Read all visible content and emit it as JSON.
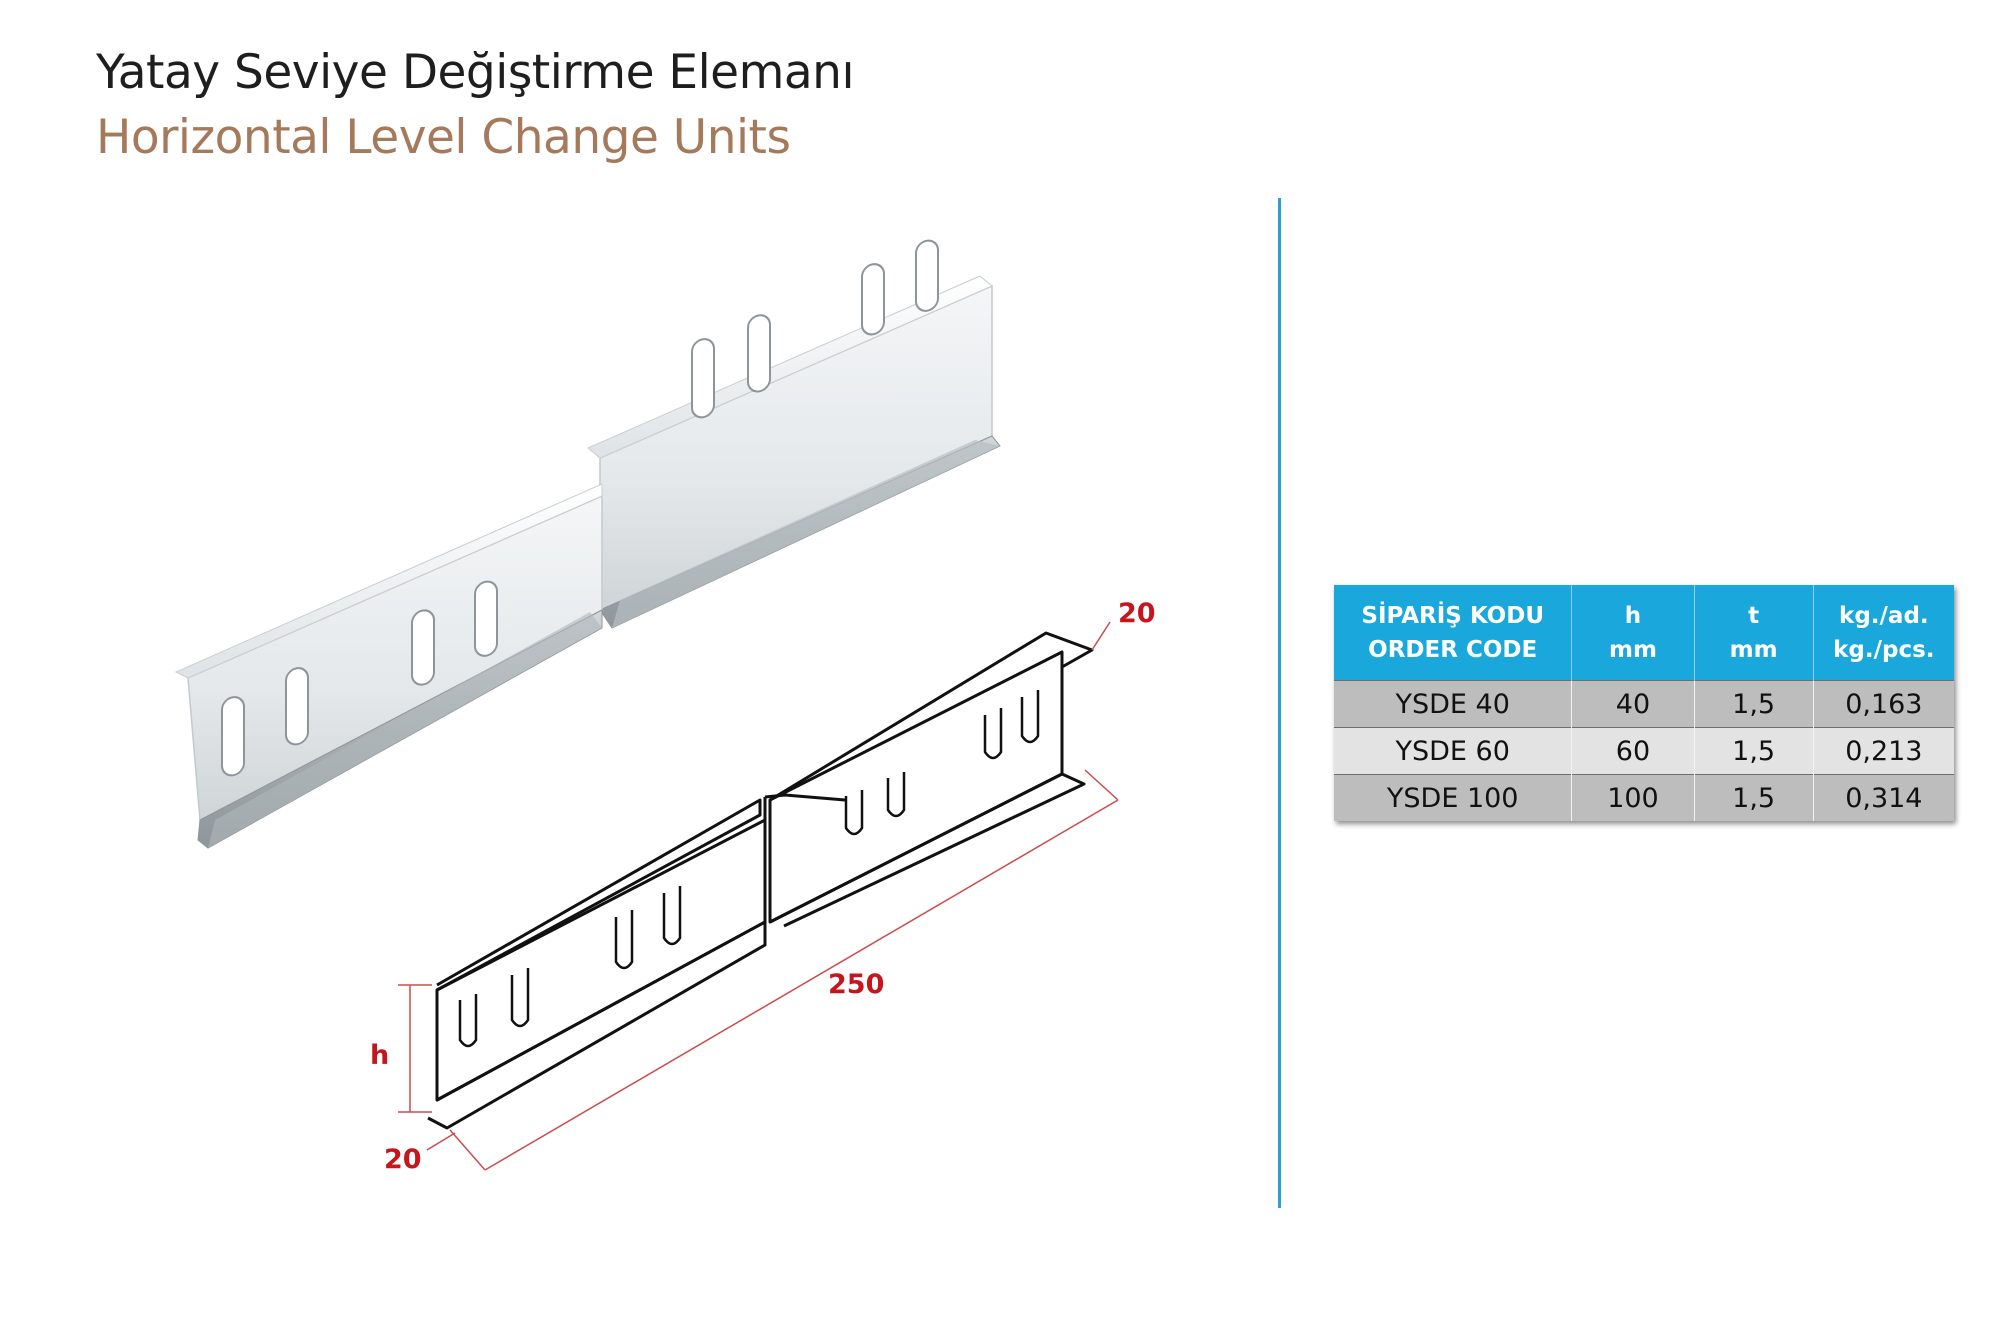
{
  "header": {
    "title_tr": "Yatay Seviye Değiştirme Elemanı",
    "title_en": "Horizontal Level Change Units"
  },
  "drawing": {
    "dim_top_width": "20",
    "dim_length": "250",
    "dim_height": "h",
    "dim_bottom_width": "20"
  },
  "table": {
    "headers": [
      {
        "line1": "SİPARİŞ KODU",
        "line2": "ORDER CODE"
      },
      {
        "line1": "h",
        "line2": "mm"
      },
      {
        "line1": "t",
        "line2": "mm"
      },
      {
        "line1": "kg./ad.",
        "line2": "kg./pcs."
      }
    ],
    "rows": [
      {
        "code": "YSDE 40",
        "h": "40",
        "t": "1,5",
        "kg": "0,163"
      },
      {
        "code": "YSDE 60",
        "h": "60",
        "t": "1,5",
        "kg": "0,213"
      },
      {
        "code": "YSDE 100",
        "h": "100",
        "t": "1,5",
        "kg": "0,314"
      }
    ]
  },
  "colors": {
    "header_bg": "#1aa8dc",
    "divider": "#2e9fd4",
    "dimension_text": "#c4161c",
    "subtitle": "#a57a5c"
  }
}
